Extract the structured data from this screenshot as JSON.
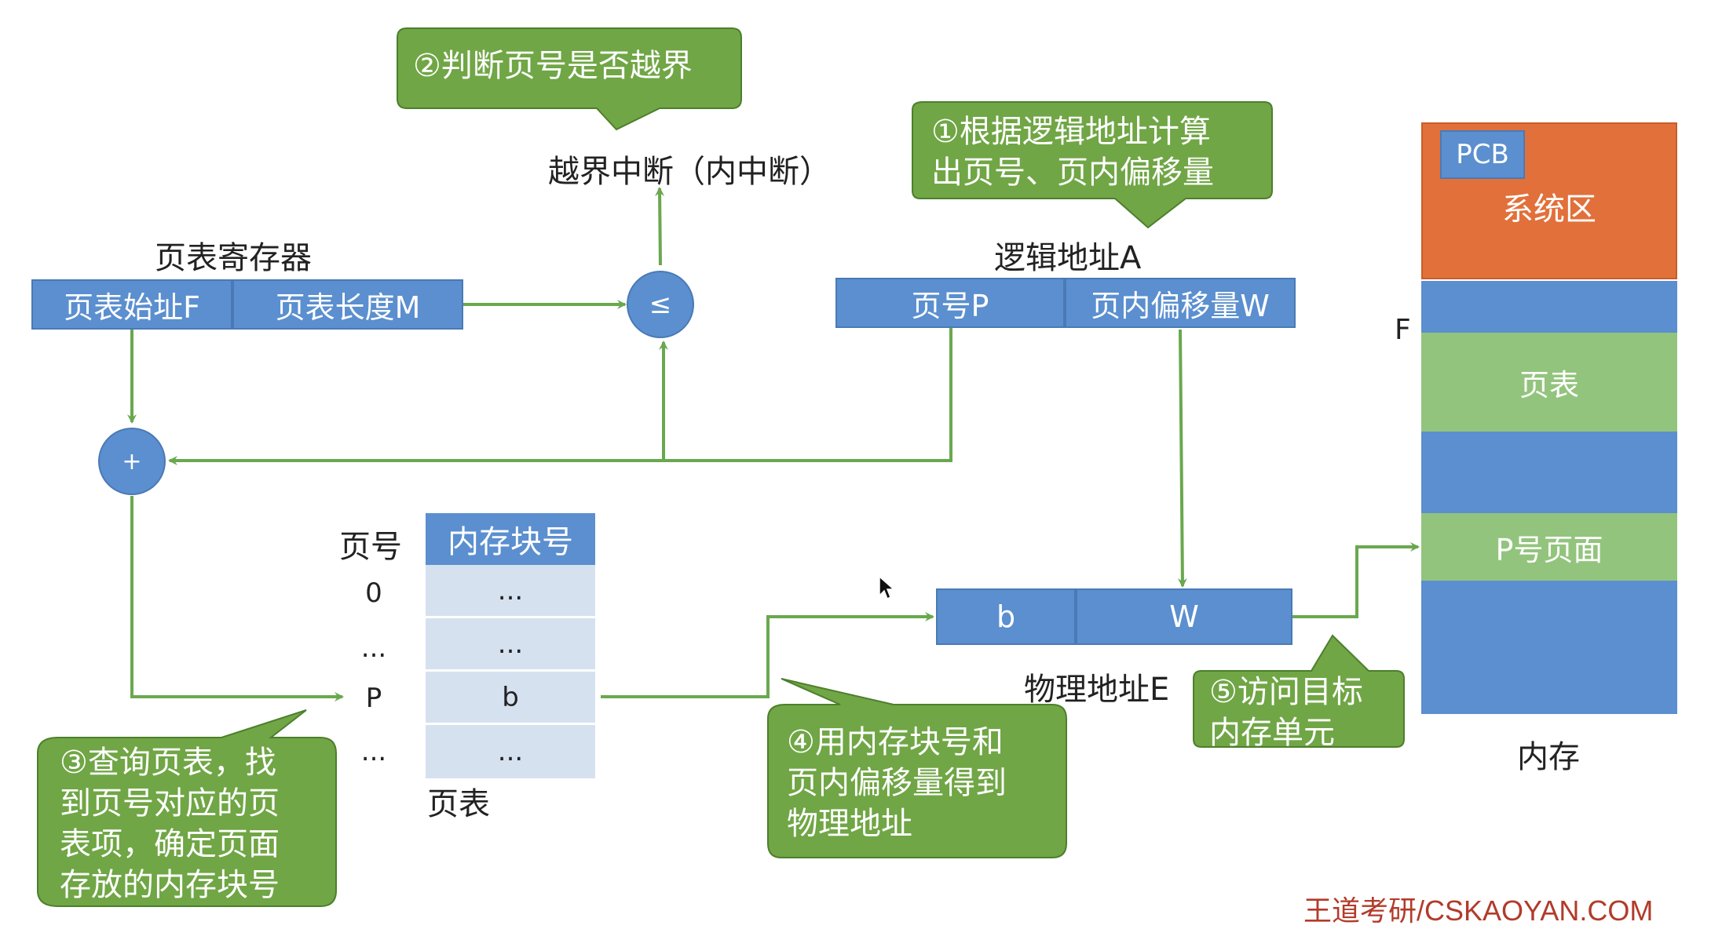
{
  "callouts": {
    "c1": "①根据逻辑地址计算\n出页号、页内偏移量",
    "c2": "②判断页号是否越界",
    "c3": "③查询页表，找\n到页号对应的页\n表项，确定页面\n存放的内存块号",
    "c4": "④用内存块号和\n页内偏移量得到\n物理地址",
    "c5": "⑤访问目标\n内存单元"
  },
  "labels": {
    "interrupt": "越界中断（内中断）",
    "ptr_title": "页表寄存器",
    "ptr_start": "页表始址F",
    "ptr_len": "页表长度M",
    "compare": "≤",
    "plus": "+",
    "logical_title": "逻辑地址A",
    "page_no": "页号P",
    "offset": "页内偏移量W",
    "physical_title": "物理地址E",
    "phys_b": "b",
    "phys_w": "W",
    "memory_title": "内存",
    "F_marker": "F"
  },
  "page_table": {
    "col_page": "页号",
    "col_block": "内存块号",
    "caption": "页表",
    "rows": [
      {
        "page": "0",
        "block": "..."
      },
      {
        "page": "...",
        "block": "..."
      },
      {
        "page": "P",
        "block": "b"
      },
      {
        "page": "...",
        "block": "..."
      }
    ]
  },
  "memory": {
    "pcb": "PCB",
    "system": "系统区",
    "page_table": "页表",
    "p_page": "P号页面"
  },
  "watermark": "王道考研/CSKAOYAN.COM",
  "colors": {
    "callout": "#70a645",
    "callout_border": "#4d7f2c",
    "arrow": "#6aa84f",
    "cell_blue": "#5b8fcf",
    "table_light": "#d6e1f0",
    "memory_orange": "#e2703a",
    "memory_green": "#93c47d"
  }
}
